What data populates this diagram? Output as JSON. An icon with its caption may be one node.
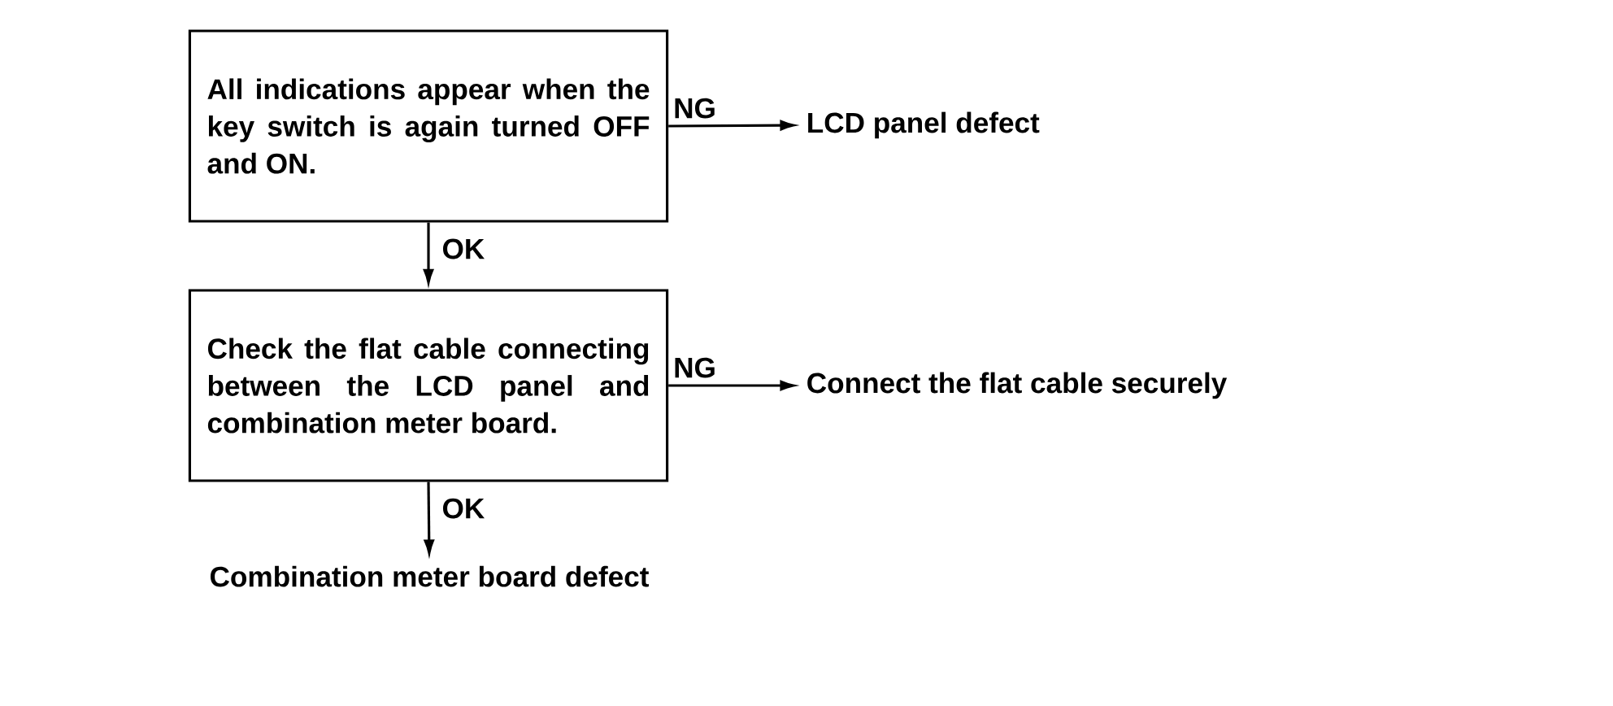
{
  "diagram": {
    "nodes": [
      {
        "text": [
          "All indications appear when the key switch is again turned OFF and ON."
        ]
      },
      {
        "text": [
          "LCD panel defect"
        ]
      },
      {
        "text": [
          "Check the flat cable connecting between the LCD panel and combination meter board."
        ]
      },
      {
        "text": [
          "Connect the flat cable securely"
        ]
      },
      {
        "text": [
          "Combination meter board defect"
        ]
      }
    ],
    "edges": [
      {
        "from": 0,
        "to": 1,
        "arrow": "to",
        "label": "NG"
      },
      {
        "from": 0,
        "to": 2,
        "arrow": "to",
        "label": "OK"
      },
      {
        "from": 2,
        "to": 3,
        "arrow": "to",
        "label": "NG"
      },
      {
        "from": 2,
        "to": 4,
        "arrow": "to",
        "label": "OK"
      }
    ]
  }
}
